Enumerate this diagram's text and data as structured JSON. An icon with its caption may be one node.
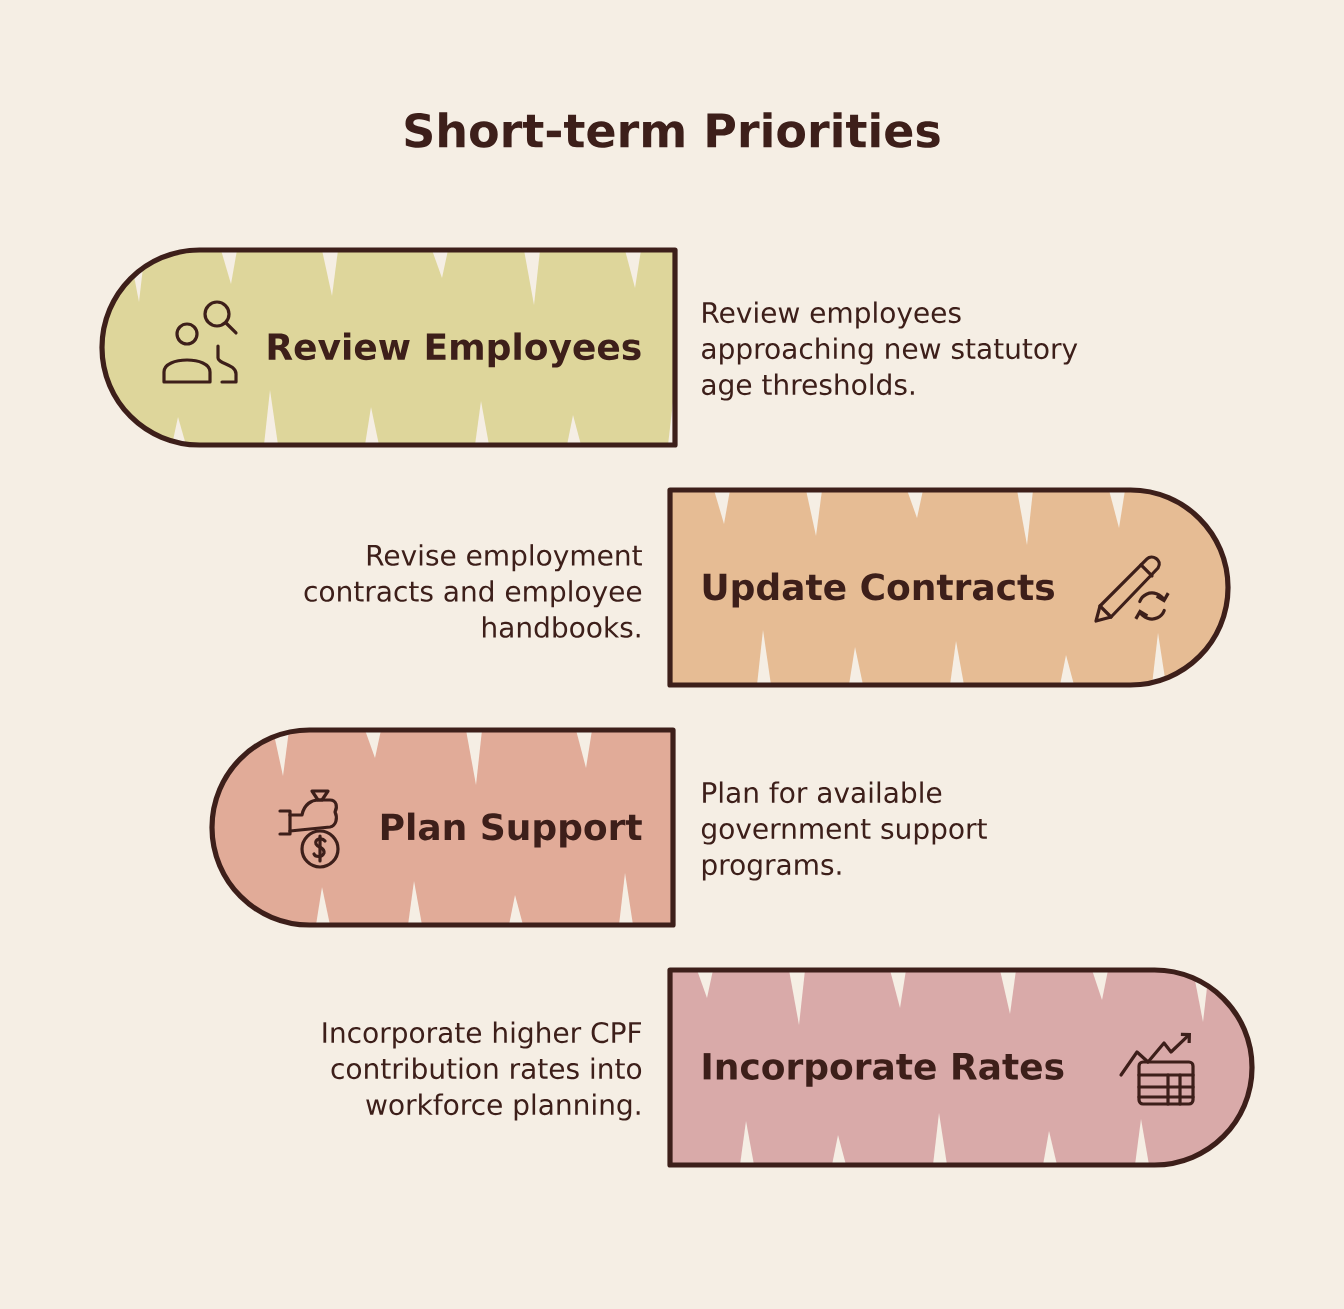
{
  "diagram": {
    "title": "Short-term Priorities",
    "nodes": [
      {
        "text": [
          "Review Employees"
        ],
        "beside": [
          "Review employees approaching new statutory age thresholds."
        ]
      },
      {
        "text": [
          "Update Contracts"
        ],
        "beside": [
          "Revise employment contracts and employee handbooks."
        ]
      },
      {
        "text": [
          "Plan Support"
        ],
        "beside": [
          "Plan for available government support programs."
        ]
      },
      {
        "text": [
          "Incorporate Rates"
        ],
        "beside": [
          "Incorporate higher CPF contribution rates into workforce planning."
        ]
      }
    ]
  }
}
